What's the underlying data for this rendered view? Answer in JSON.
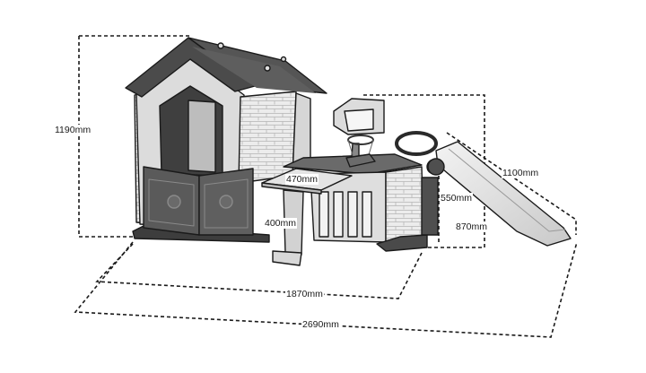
{
  "dimensions": {
    "house_height": "1190mm",
    "table_width": "470mm",
    "table_height": "400mm",
    "fence_height": "550mm",
    "basket_height": "870mm",
    "slide_length": "1100mm",
    "front_width": "1870mm",
    "total_width": "2690mm"
  },
  "colors": {
    "line": "#1a1a1a",
    "roof": "#4b4b4b",
    "door": "#5a5a5a",
    "wall": "#e6e6e6",
    "trim": "#cfcfcf"
  }
}
